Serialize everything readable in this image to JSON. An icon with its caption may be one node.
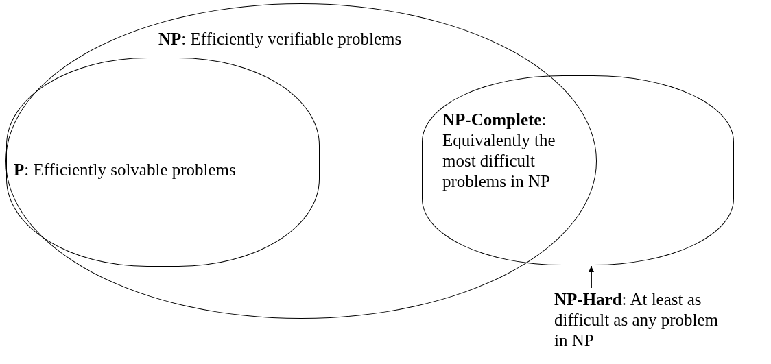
{
  "diagram": {
    "nodes": [
      {
        "text": [
          "**NP**: Efficiently verifiable problems"
        ]
      },
      {
        "text": [
          "**P**: Efficiently solvable problems"
        ],
        "in": 0
      },
      {
        "text": [],
        "shape": "ellipse"
      },
      {
        "text": [
          "**NP-Hard**: At least as difficult as any problem in NP"
        ]
      }
    ],
    "edges": [
      {
        "from": 3,
        "to": 2,
        "arrow": "to"
      }
    ],
    "labels": [
      "**NP-Complete**: Equivalently the most difficult problems in NP"
    ]
  }
}
